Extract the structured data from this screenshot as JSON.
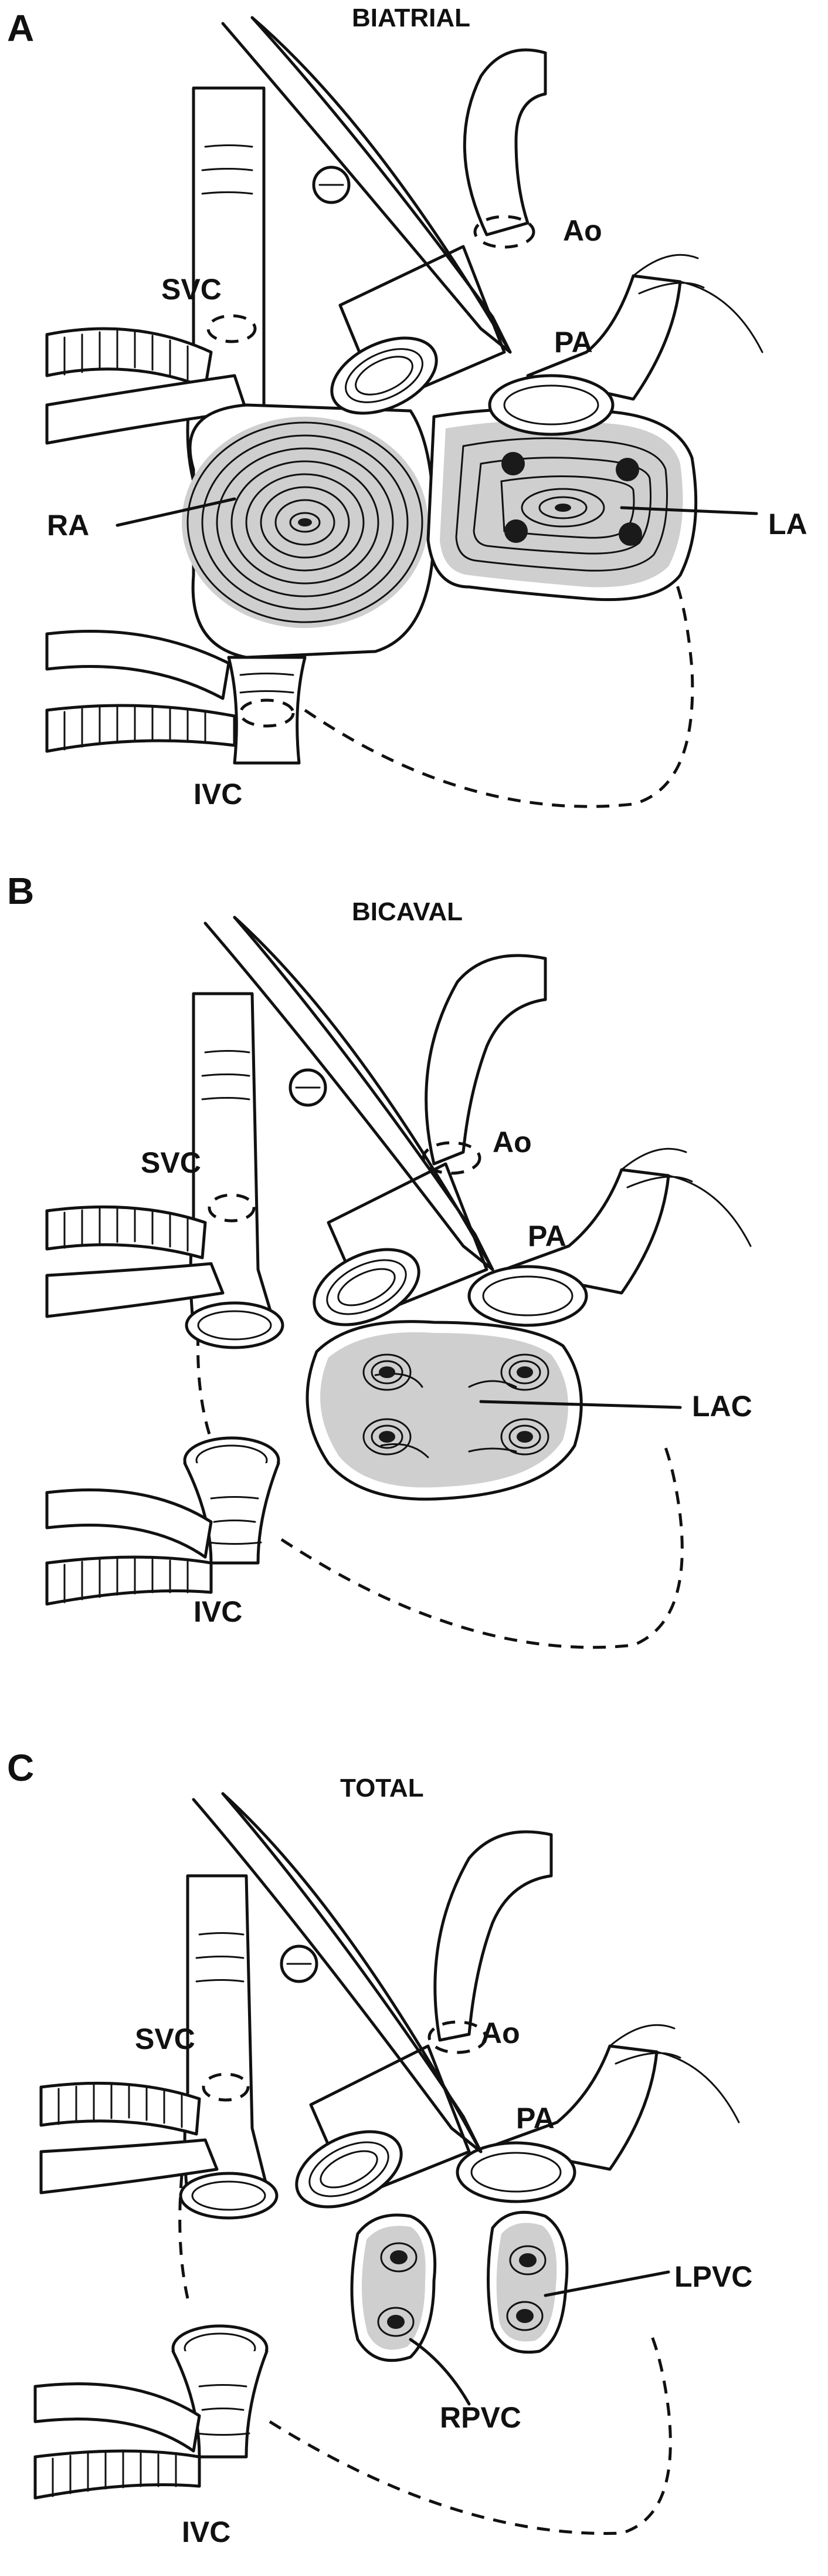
{
  "panels": [
    {
      "letter": "A",
      "title": "BIATRIAL",
      "labels": {
        "svc": "SVC",
        "ao": "Ao",
        "pa": "PA",
        "ra": "RA",
        "la": "LA",
        "ivc": "IVC"
      }
    },
    {
      "letter": "B",
      "title": "BICAVAL",
      "labels": {
        "svc": "SVC",
        "ao": "Ao",
        "pa": "PA",
        "lac": "LAC",
        "ivc": "IVC"
      }
    },
    {
      "letter": "C",
      "title": "TOTAL",
      "labels": {
        "svc": "SVC",
        "ao": "Ao",
        "pa": "PA",
        "lpvc": "LPVC",
        "rpvc": "RPVC",
        "ivc": "IVC"
      }
    }
  ],
  "colors": {
    "ink": "#111111",
    "tissue": "#cfcfcf",
    "background": "#ffffff"
  }
}
